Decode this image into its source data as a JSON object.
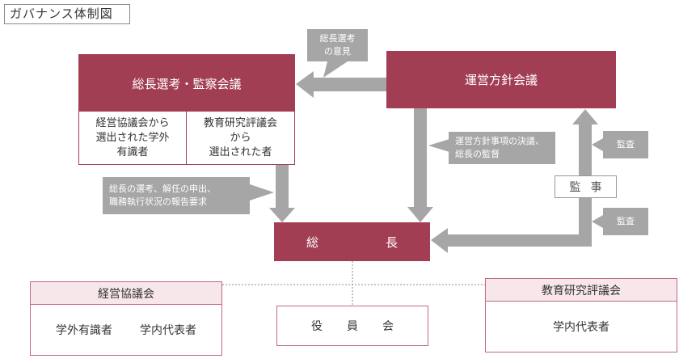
{
  "title": "ガバナンス体制図",
  "nodes": {
    "selection_committee": {
      "title": "総長選考・監察会議",
      "left_line1": "経営協議会から",
      "left_line2": "選出された学外",
      "left_line3": "有識者",
      "right_line1": "教育研究評議会",
      "right_line2": "から",
      "right_line3": "選出された者"
    },
    "policy_council": "運営方針会議",
    "president": "総　長",
    "audit": "監事",
    "mgmt_council": {
      "title": "経営協議会",
      "members_a": "学外有識者",
      "members_b": "学内代表者"
    },
    "officers": "役員会",
    "edu_council": {
      "title": "教育研究評議会",
      "members": "学内代表者"
    }
  },
  "callouts": {
    "opinion_line1": "総長選考",
    "opinion_line2": "の意見",
    "decision_line1": "運営方針事項の決議、",
    "decision_line2": "総長の監督",
    "selection_line1": "総長の選考、解任の申出、",
    "selection_line2": "職務執行状況の報告要求",
    "audit_upper": "監査",
    "audit_lower": "監査"
  },
  "colors": {
    "maroon": "#a23e54",
    "arrow_gray": "#a6a6a6",
    "pink_header": "#f7e6ea"
  }
}
